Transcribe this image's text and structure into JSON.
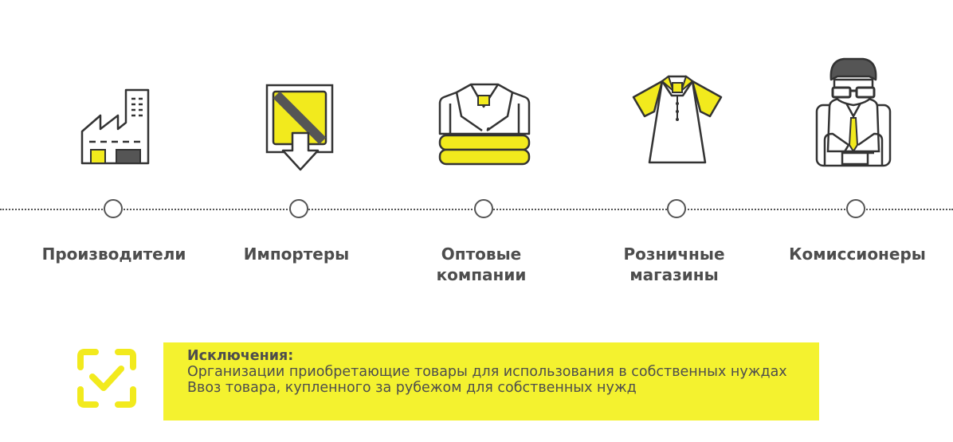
{
  "colors": {
    "accent": "#f4f22f",
    "icon_yellow": "#f2ea1d",
    "outline": "#333333",
    "text": "#4d4d4d"
  },
  "steps": [
    {
      "icon": "factory-icon",
      "label": "Производители"
    },
    {
      "icon": "import-icon",
      "label": "Импортеры"
    },
    {
      "icon": "folded-clothes-icon",
      "label": "Оптовые\nкомпании"
    },
    {
      "icon": "polo-shirt-icon",
      "label": "Розничные\nмагазины"
    },
    {
      "icon": "businessman-icon",
      "label": "Комиссионеры"
    }
  ],
  "exceptions": {
    "icon": "check-frame-icon",
    "title": "Исключения:",
    "line1": "Организации приобретающие товары для использования в собственных нуждах",
    "line2": "Ввоз товара, купленного за рубежом для собственных нужд"
  }
}
